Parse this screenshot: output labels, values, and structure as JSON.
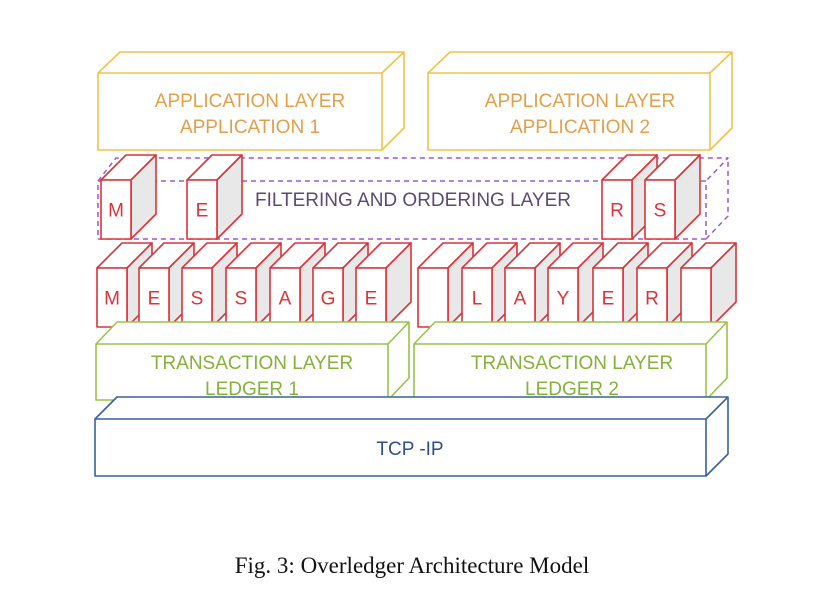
{
  "colors": {
    "application": "#f0c24b",
    "application_text": "#e0a04a",
    "filtering": "#9b59c9",
    "filtering_text": "#5a4a72",
    "message_block": "#d9343b",
    "message_face": "#ffffff",
    "message_side": "#e8e8e8",
    "transaction": "#9ac24a",
    "transaction_text": "#86b03a",
    "tcp": "#3a5fa0",
    "tcp_text": "#2f4f86"
  },
  "application_layers": [
    {
      "line1": "APPLICATION LAYER",
      "line2": "APPLICATION 1"
    },
    {
      "line1": "APPLICATION LAYER",
      "line2": "APPLICATION 2"
    }
  ],
  "filtering_layer": {
    "label": "FILTERING AND ORDERING LAYER",
    "blocks": [
      "M",
      "E",
      "R",
      "S"
    ]
  },
  "message_layer": {
    "blocks": [
      "M",
      "E",
      "S",
      "S",
      "A",
      "G",
      "E",
      "",
      "L",
      "A",
      "Y",
      "E",
      "R",
      ""
    ]
  },
  "transaction_layers": [
    {
      "line1": "TRANSACTION LAYER",
      "line2": "LEDGER 1"
    },
    {
      "line1": "TRANSACTION LAYER",
      "line2": "LEDGER 2"
    }
  ],
  "network_layer": {
    "label": "TCP -IP"
  },
  "caption": "Fig. 3: Overledger Architecture Model"
}
